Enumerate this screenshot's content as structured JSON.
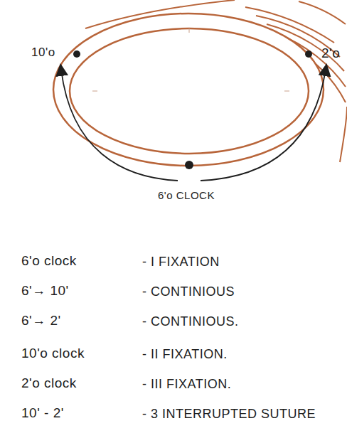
{
  "diagram": {
    "labels": [
      "10'o",
      "2'o",
      "6'o CLOCK",
      "6'o clock",
      "- I FIXATION",
      "6'→ 10'",
      "- CONTINIOUS",
      "6'→ 2'",
      "- CONTINIOUS.",
      "10'o clock",
      "- II FIXATION.",
      "2'o clock",
      "- III FIXATION.",
      "10' - 2'",
      "- 3 INTERRUPTED SUTURE"
    ]
  }
}
